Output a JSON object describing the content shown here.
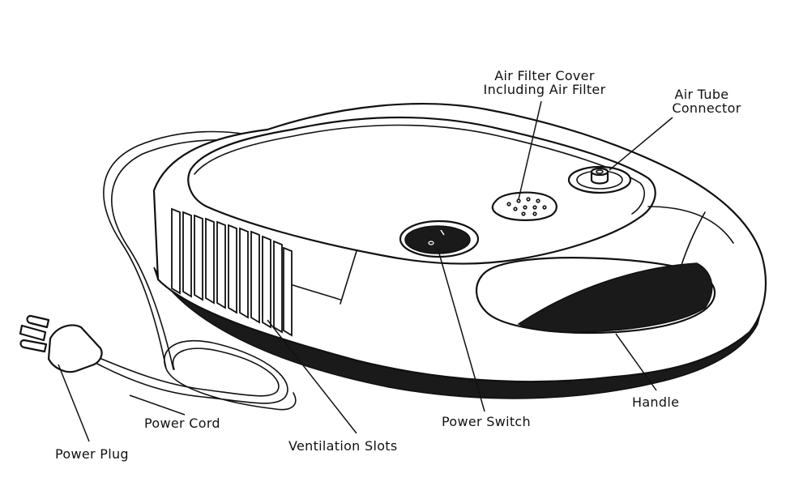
{
  "labels": {
    "air_filter_cover_line1": "Air Filter Cover",
    "air_filter_cover_line2": "Including Air Filter",
    "air_tube_connector_line1": "Air Tube",
    "air_tube_connector_line2": "Connector",
    "power_cord": "Power Cord",
    "power_plug": "Power Plug",
    "ventilation_slots": "Ventilation Slots",
    "power_switch": "Power Switch",
    "handle": "Handle"
  },
  "colors": {
    "line": "#111111",
    "fill_dark": "#1a1a1a",
    "background": "#ffffff"
  }
}
